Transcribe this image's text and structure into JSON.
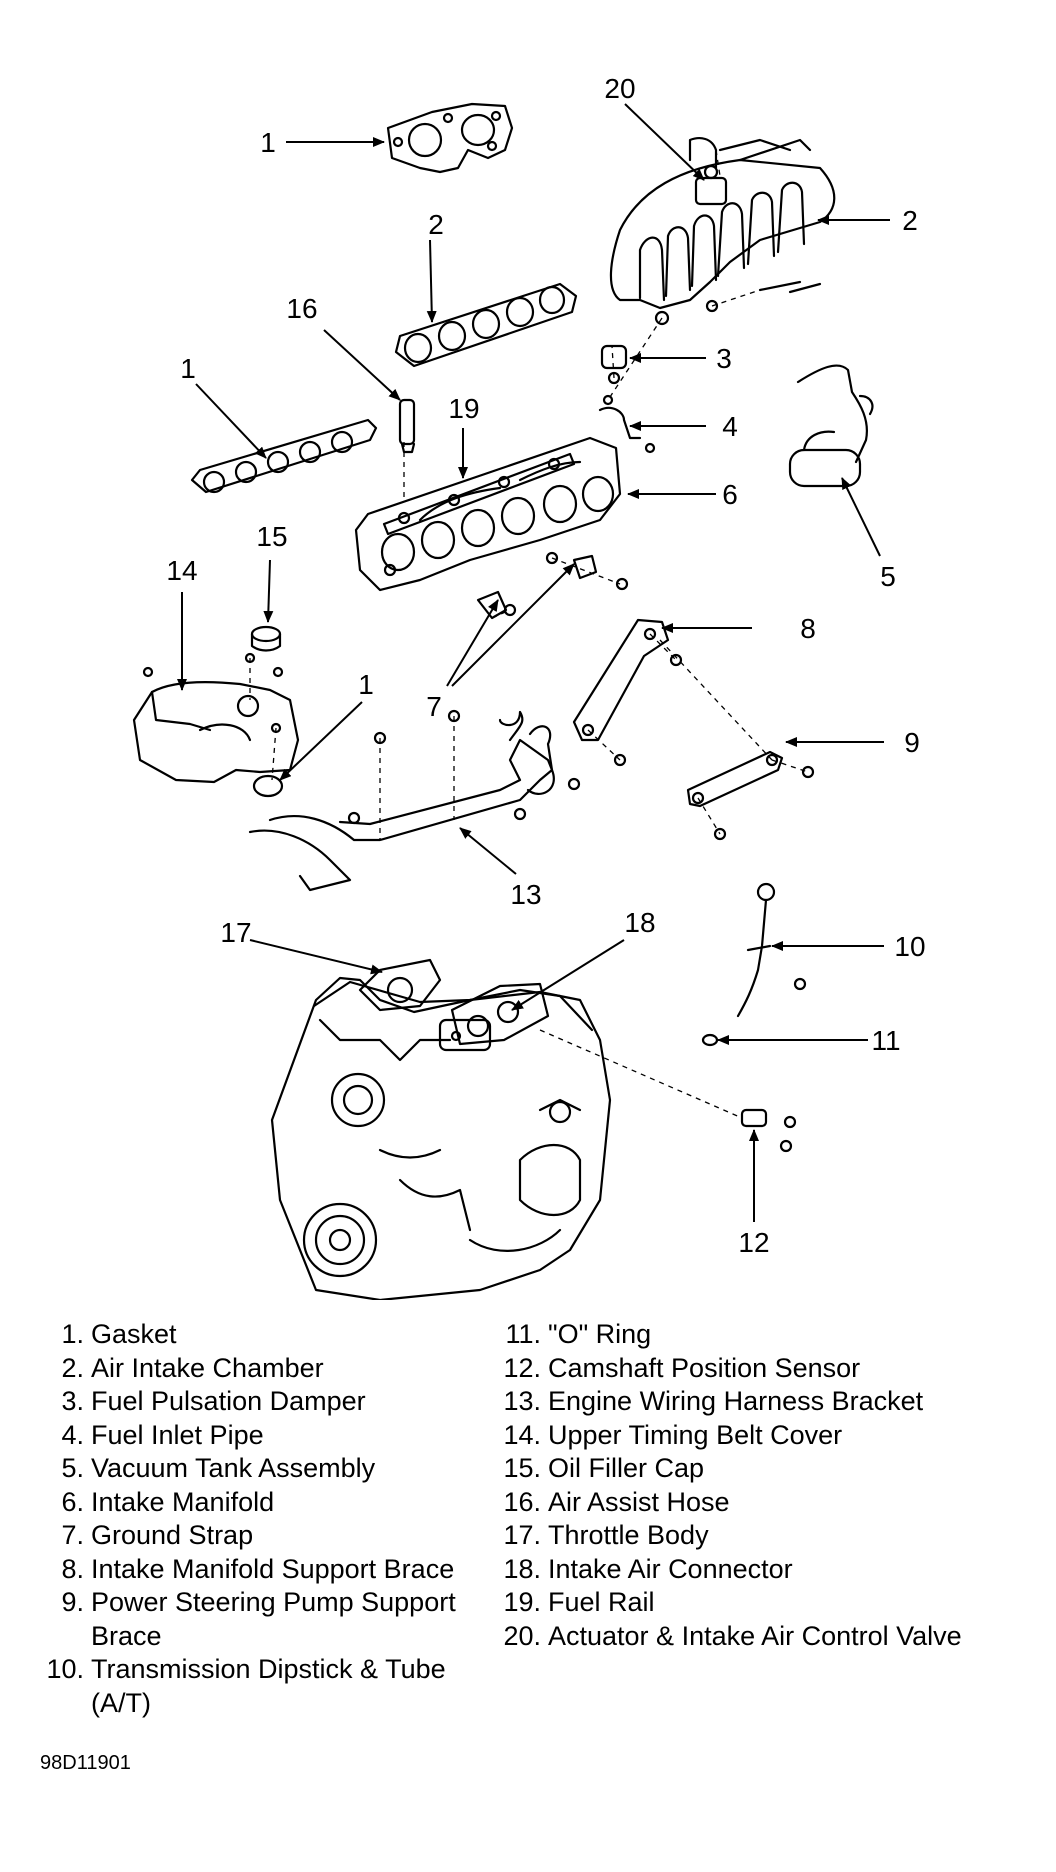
{
  "callouts": [
    "1",
    "20",
    "2",
    "16",
    "2",
    "3",
    "1",
    "19",
    "4",
    "6",
    "5",
    "15",
    "14",
    "8",
    "7",
    "1",
    "9",
    "13",
    "17",
    "18",
    "10",
    "11",
    "12"
  ],
  "legend_left": [
    {
      "num": "1.",
      "text": "Gasket"
    },
    {
      "num": "2.",
      "text": "Air Intake Chamber"
    },
    {
      "num": "3.",
      "text": "Fuel Pulsation Damper"
    },
    {
      "num": "4.",
      "text": "Fuel Inlet Pipe"
    },
    {
      "num": "5.",
      "text": "Vacuum Tank Assembly"
    },
    {
      "num": "6.",
      "text": "Intake Manifold"
    },
    {
      "num": "7.",
      "text": "Ground Strap"
    },
    {
      "num": "8.",
      "text": "Intake Manifold Support Brace"
    },
    {
      "num": "9.",
      "text": "Power Steering Pump Support Brace"
    },
    {
      "num": "10.",
      "text": "Transmission Dipstick & Tube (A/T)"
    }
  ],
  "legend_right": [
    {
      "num": "11.",
      "text": "\"O\" Ring"
    },
    {
      "num": "12.",
      "text": "Camshaft Position Sensor"
    },
    {
      "num": "13.",
      "text": "Engine Wiring Harness Bracket"
    },
    {
      "num": "14.",
      "text": "Upper Timing Belt Cover"
    },
    {
      "num": "15.",
      "text": "Oil Filler Cap"
    },
    {
      "num": "16.",
      "text": "Air Assist Hose"
    },
    {
      "num": "17.",
      "text": "Throttle Body"
    },
    {
      "num": "18.",
      "text": "Intake Air Connector"
    },
    {
      "num": "19.",
      "text": "Fuel Rail"
    },
    {
      "num": "20.",
      "text": "Actuator & Intake Air Control Valve"
    }
  ],
  "figure_id": "98D11901"
}
